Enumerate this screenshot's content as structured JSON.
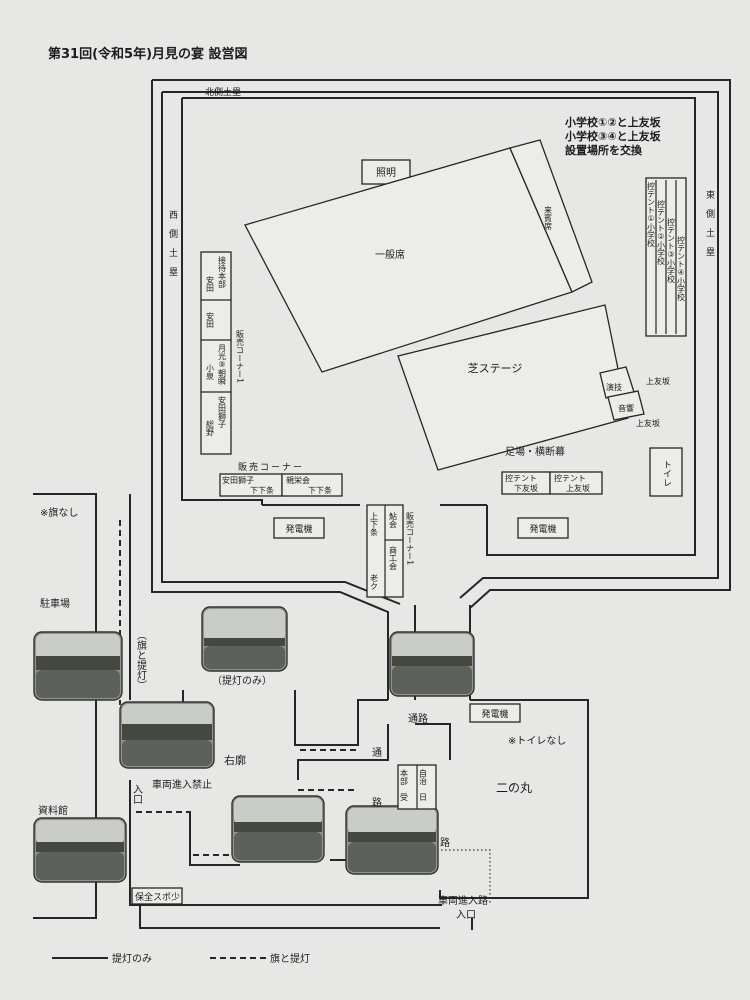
{
  "title": "第31回(令和5年)月見の宴 設営図",
  "walls": {
    "north": "北側土塁",
    "west": "西側土塁",
    "east": "東側土塁"
  },
  "notice": {
    "line1": "小学校①②と上友坂",
    "line2": "小学校③④と上友坂",
    "line3": "設置場所を交換"
  },
  "areas": {
    "lighting": "照明",
    "vip": "来賓席",
    "general": "一般席",
    "stage": "芝ステージ",
    "performance": "演技",
    "sound": "音響",
    "scaffold": "足場・横断幕",
    "toilet": "トイレ",
    "kamitomo1": "上友坂",
    "kamitomo2": "上友坂"
  },
  "school_tents": [
    "控テント①小学校",
    "控テント②小学校",
    "控テント③小学校",
    "控テント④小学校"
  ],
  "left_booths": {
    "b1": "接待本部",
    "b1b": "安田",
    "b2": "安田",
    "b3a": "月光⑨朝瞬",
    "b3b": "小泉",
    "b4a": "安田獅子",
    "b4b": "総野",
    "corner": "販売コーナー1"
  },
  "bottom_corner": {
    "heading": "販売コーナー",
    "b1_top": "安田獅子",
    "b1_bottom": "下下条",
    "b2_top": "親栄会",
    "b2_bottom": "下下条"
  },
  "right_tents": {
    "t1_top": "控テント",
    "t1_bottom": "下友坂",
    "t2_top": "控テント",
    "t2_bottom": "上友坂"
  },
  "generators": {
    "left": "発電機",
    "right": "発電機",
    "lower": "発電機"
  },
  "center_booth": {
    "c1": "上下条",
    "c2": "鮎会",
    "c3": "商工会",
    "c4": "老ク",
    "corner": "販売コーナー1"
  },
  "outside": {
    "no_flags": "※旗なし",
    "parking": "駐車場",
    "flags_lanterns": "（旗と提灯）",
    "lantern_only": "（提灯のみ）",
    "right_corridor": "右廓",
    "entrance1": "入口",
    "no_vehicles": "車両進入禁止",
    "materials": "資料館",
    "hoken": "保全スポ少",
    "vehicle_road": "車両進入路",
    "entrance2": "入口",
    "road1": "通路",
    "road2": "通",
    "road3": "路",
    "road4": "路",
    "hq_a": "本部",
    "hq_b": "受",
    "jichi_a": "自治",
    "jichi_b": "日",
    "no_toilet": "※トイレなし",
    "ninomaru": "二の丸"
  },
  "legend": {
    "solid": "提灯のみ",
    "dashed": "旗と提灯"
  }
}
